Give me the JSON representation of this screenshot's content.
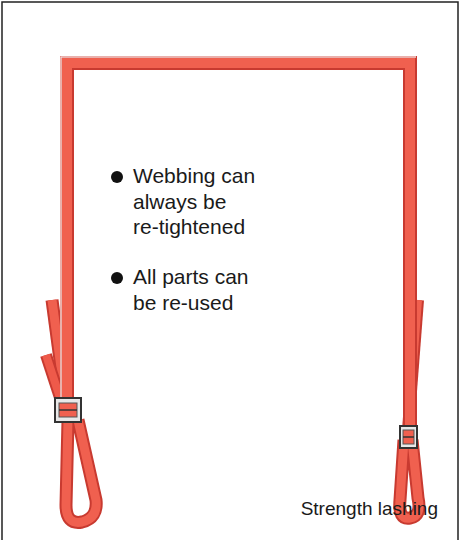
{
  "diagram": {
    "caption": "Strength lashing",
    "labels": [
      "Webbing can always be re-tightened",
      "All parts can be re-used"
    ]
  }
}
